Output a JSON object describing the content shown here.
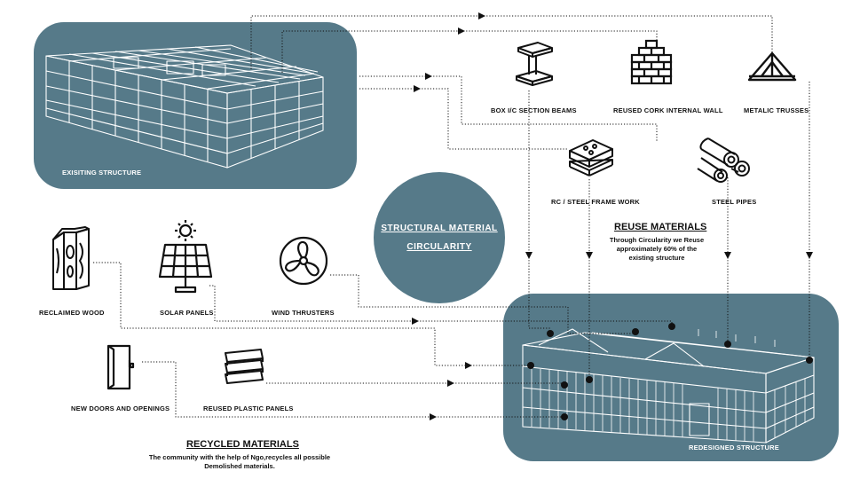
{
  "colors": {
    "panel": "#567a89",
    "line": "#111111",
    "white": "#ffffff"
  },
  "existing": {
    "label": "EXISITING STRUCTURE"
  },
  "redesigned": {
    "label": "REDESIGNED STRUCTURE"
  },
  "center": {
    "line1": "STRUCTURAL MATERIAL",
    "line2": "CIRCULARITY"
  },
  "reuse": {
    "heading": "REUSE MATERIALS",
    "desc_l1": "Through Circularity we Reuse",
    "desc_l2": "approximately 60% of the",
    "desc_l3": "existing structure",
    "items": [
      {
        "label": "BOX I/C SECTION BEAMS",
        "icon": "i-beam-icon"
      },
      {
        "label": "REUSED CORK INTERNAL WALL",
        "icon": "brick-wall-icon"
      },
      {
        "label": "METALIC TRUSSES",
        "icon": "truss-icon"
      },
      {
        "label": "RC / STEEL FRAME WORK",
        "icon": "frame-work-icon"
      },
      {
        "label": "STEEL PIPES",
        "icon": "pipes-icon"
      }
    ]
  },
  "recycle": {
    "heading": "RECYCLED MATERIALS",
    "desc_l1": "The community with the help of Ngo,recycles all possible",
    "desc_l2": "Demolished materials.",
    "items": [
      {
        "label": "RECLAIMED WOOD",
        "icon": "wood-icon"
      },
      {
        "label": "SOLAR PANELS",
        "icon": "solar-panel-icon"
      },
      {
        "label": "WIND THRUSTERS",
        "icon": "wind-turbine-icon"
      },
      {
        "label": "NEW DOORS AND OPENINGS",
        "icon": "door-icon"
      },
      {
        "label": "REUSED PLASTIC PANELS",
        "icon": "plastic-panel-icon"
      }
    ]
  }
}
